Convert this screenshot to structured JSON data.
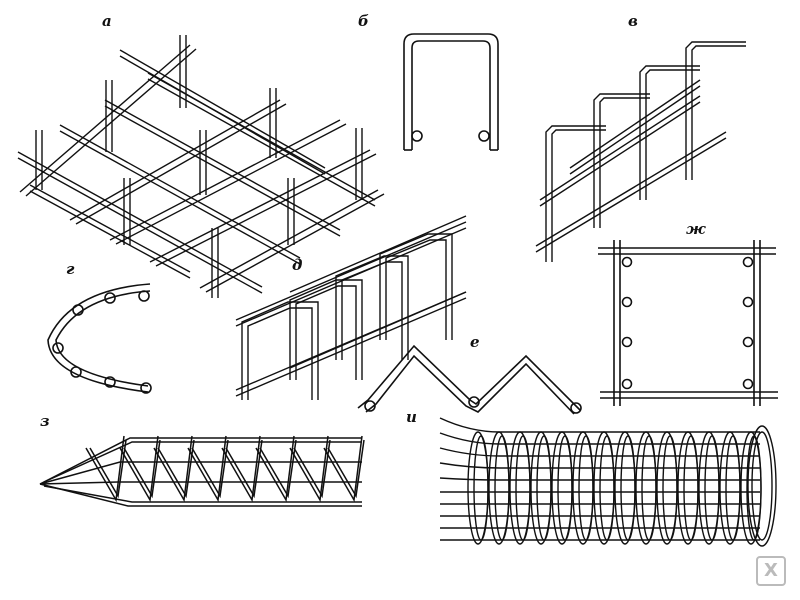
{
  "labels": {
    "a": "а",
    "b": "б",
    "v": "в",
    "g": "г",
    "d": "д",
    "e": "е",
    "zh": "ж",
    "z": "з",
    "i": "и"
  },
  "watermark": "X",
  "colors": {
    "ink": "#111111",
    "background": "#ffffff",
    "watermark": "#bbbbbb"
  }
}
